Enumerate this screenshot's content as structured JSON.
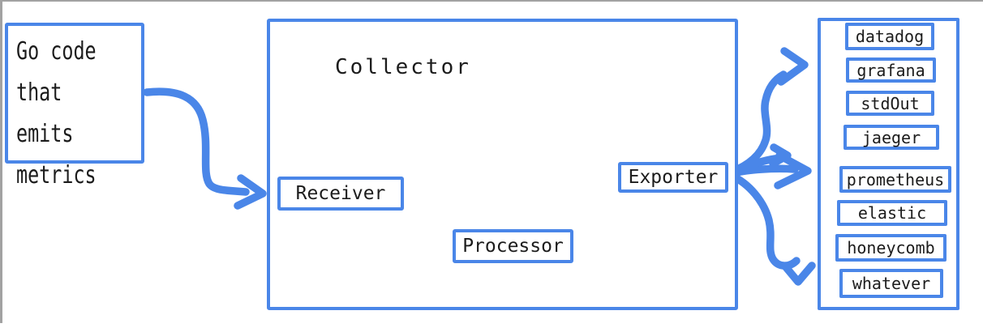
{
  "colors": {
    "accent_blue": "#4a86e8",
    "text": "#1c1c1c",
    "canvas_edge_gray": "#a2a2a2",
    "background": "#ffffff"
  },
  "source_box": {
    "text": "Go code\nthat emits\nmetrics"
  },
  "collector": {
    "title": "Collector",
    "stages": [
      {
        "label": "Receiver"
      },
      {
        "label": "Processor"
      },
      {
        "label": "Exporter"
      }
    ]
  },
  "destinations": {
    "items": [
      {
        "label": "datadog"
      },
      {
        "label": "grafana"
      },
      {
        "label": "stdOut"
      },
      {
        "label": "jaeger"
      },
      {
        "label": "prometheus"
      },
      {
        "label": "elastic"
      },
      {
        "label": "honeycomb"
      },
      {
        "label": "whatever"
      }
    ]
  }
}
